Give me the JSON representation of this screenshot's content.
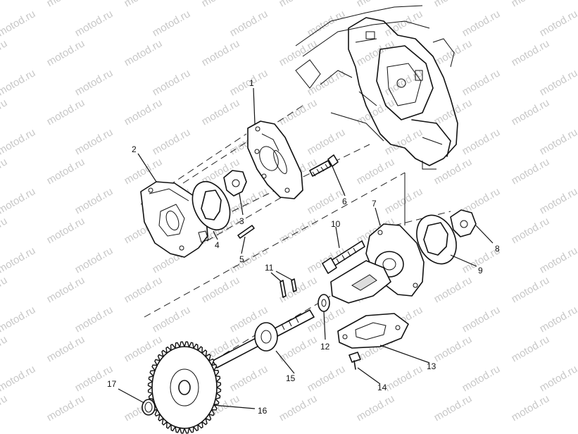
{
  "watermark": "motod.ru",
  "callouts": [
    {
      "id": "1",
      "label": "1"
    },
    {
      "id": "2",
      "label": "2"
    },
    {
      "id": "3",
      "label": "3"
    },
    {
      "id": "4",
      "label": "4"
    },
    {
      "id": "5",
      "label": "5"
    },
    {
      "id": "6",
      "label": "6"
    },
    {
      "id": "7",
      "label": "7"
    },
    {
      "id": "8",
      "label": "8"
    },
    {
      "id": "9",
      "label": "9"
    },
    {
      "id": "10",
      "label": "10"
    },
    {
      "id": "11",
      "label": "11"
    },
    {
      "id": "12",
      "label": "12"
    },
    {
      "id": "13",
      "label": "13"
    },
    {
      "id": "14",
      "label": "14"
    },
    {
      "id": "15",
      "label": "15"
    },
    {
      "id": "16",
      "label": "16"
    },
    {
      "id": "17",
      "label": "17"
    }
  ]
}
